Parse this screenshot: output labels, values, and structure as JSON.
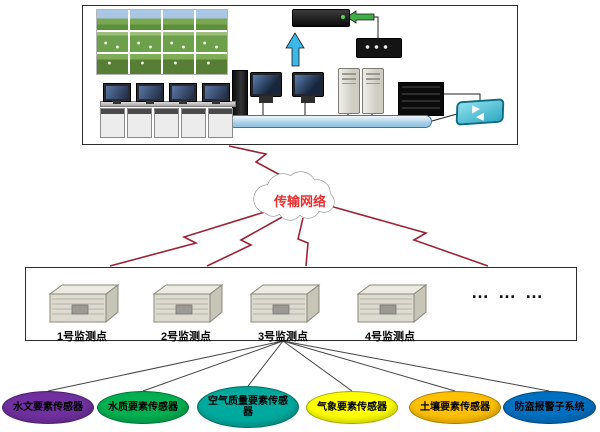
{
  "cloud": {
    "label": "传输网络",
    "text_color": "#E83030",
    "outline_color": "#8F8F8F"
  },
  "network": {
    "lightning_color": "#9B2335",
    "connector_color": "#444444"
  },
  "control_room": {
    "icons": [
      "video-wall",
      "dvr-server",
      "matrix-controller",
      "upload-arrow",
      "left-arrow",
      "workstation-monitor",
      "dark-tower",
      "pc-tower",
      "server-rack",
      "network-switch",
      "fiber-bus",
      "operator-desk",
      "desk-monitor"
    ]
  },
  "stations": {
    "items": [
      {
        "label": "1号监测点"
      },
      {
        "label": "2号监测点"
      },
      {
        "label": "3号监测点"
      },
      {
        "label": "4号监测点"
      }
    ],
    "more": "… … …"
  },
  "sensors": {
    "items": [
      {
        "label": "水文要素传感器",
        "color": "#7030A0"
      },
      {
        "label": "水质要素传感器",
        "color": "#00B050"
      },
      {
        "label": "空气质量要素传感器",
        "color": "#00A99D"
      },
      {
        "label": "气象要素传感器",
        "color": "#FFFF00"
      },
      {
        "label": "土壤要素传感器",
        "color": "#FFC000"
      },
      {
        "label": "防盗报警子系统",
        "color": "#0070C0"
      }
    ]
  }
}
